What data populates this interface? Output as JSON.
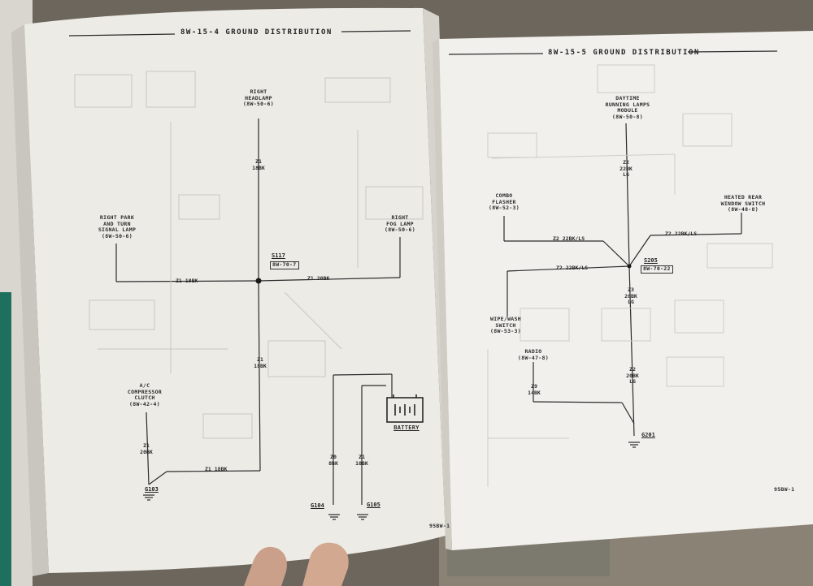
{
  "left_page": {
    "header": "8W-15-4 GROUND DISTRIBUTION",
    "footer": "95BW-1",
    "components": {
      "right_headlamp": "RIGHT\nHEADLAMP\n(8W-50-6)",
      "right_park_turn": "RIGHT PARK\nAND TURN\nSIGNAL LAMP\n(8W-50-6)",
      "right_fog_lamp": "RIGHT\nFOG LAMP\n(8W-50-6)",
      "ac_clutch": "A/C\nCOMPRESSOR\nCLUTCH\n(8W-42-4)",
      "battery": "BATTERY"
    },
    "splice": {
      "id": "S117",
      "ref": "8W-70-7"
    },
    "wires": {
      "z1_18bk_vert_top": "Z1\n18BK",
      "z1_18bk_left": "Z1 18BK",
      "z1_20bk_right": "Z1 20BK",
      "z1_18bk_vert_low": "Z1\n18BK",
      "z1_20bk_ac": "Z1\n20BK",
      "z1_18bk_bottom": "Z1 18BK",
      "z0_8bk": "Z0\n8BK",
      "z1_10bk": "Z1\n10BK"
    },
    "grounds": {
      "g103": "G103",
      "g104": "G104",
      "g105": "G105"
    }
  },
  "right_page": {
    "header": "8W-15-5 GROUND DISTRIBUTION",
    "footer": "95BW-1",
    "components": {
      "drl_module": "DAYTIME\nRUNNING LAMPS\nMODULE\n(8W-50-8)",
      "combo_flasher": "COMBO\nFLASHER\n(8W-52-3)",
      "heated_rear": "HEATED REAR\nWINDOW SWITCH\n(8W-48-8)",
      "wipe_wash": "WIPE/WASH\nSWITCH\n(8W-53-3)",
      "radio": "RADIO\n(8W-47-8)"
    },
    "splice": {
      "id": "S205",
      "ref": "8W-70-22"
    },
    "wires": {
      "z2_22bk_lg_vert": "Z2\n22BK\nLG",
      "z2_22bk_ls_combo": "Z2 22BK/LS",
      "z2_22bk_ls_heated": "Z2 22BK/LS",
      "z2_22bk_ls_wipe": "Z2 22BK/LS",
      "z3_20bk_lg": "Z3\n20BK\nLG",
      "z2_20bk_lg": "Z2\n20BK\nLG",
      "z9_14bk": "Z9\n14BK"
    },
    "grounds": {
      "g201": "G201"
    }
  }
}
